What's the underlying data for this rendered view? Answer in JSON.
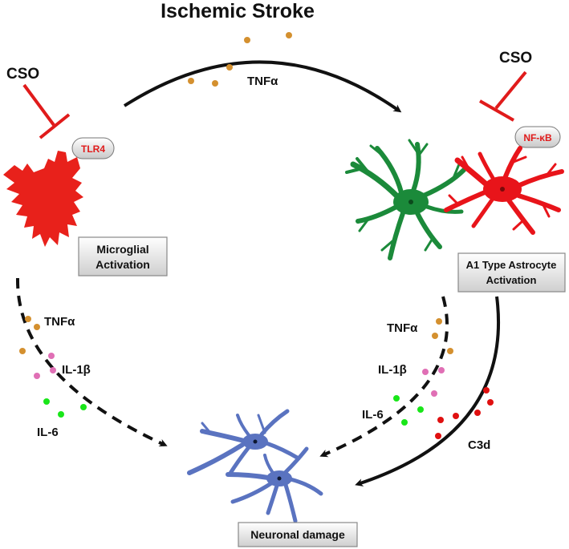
{
  "title": "Ischemic Stroke",
  "inhibitor_left": "CSO",
  "inhibitor_right": "CSO",
  "receptor_left": "TLR4",
  "receptor_right": "NF-κB",
  "top_arrow_label": "TNFα",
  "microglia_box": {
    "line1": "Microglial",
    "line2": "Activation"
  },
  "astrocyte_box": {
    "line1": "A1 Type Astrocyte",
    "line2": "Activation"
  },
  "neuron_box": "Neuronal damage",
  "left_path_labels": [
    "TNFα",
    "IL-1β",
    "IL-6"
  ],
  "right_path_labels": [
    "TNFα",
    "IL-1β",
    "IL-6"
  ],
  "complement_label": "C3d",
  "colors": {
    "tnf_dot": "#d4902f",
    "il1b_dot": "#e06fb5",
    "il6_dot": "#19e619",
    "c3d_dot": "#e01010",
    "microglia": "#e8211b",
    "astrocyte_green": "#1b8a3a",
    "astrocyte_red": "#e8141a",
    "neuron": "#5a73c0",
    "inhibitor": "#e01b1b",
    "receptor_text": "#e01b1b"
  }
}
